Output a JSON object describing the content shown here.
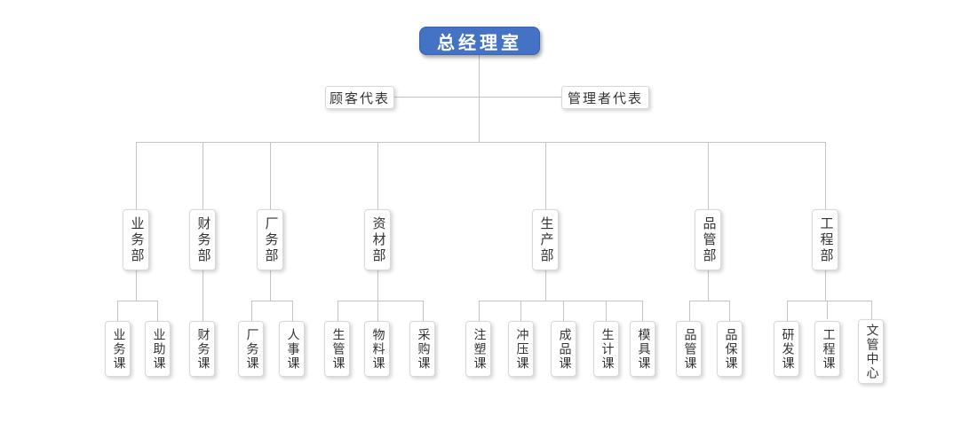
{
  "org": {
    "root": {
      "label": "总经理室"
    },
    "staff": [
      {
        "label": "顾客代表"
      },
      {
        "label": "管理者代表"
      }
    ],
    "departments": [
      {
        "label": "业务部",
        "children": [
          {
            "label": "业务课"
          },
          {
            "label": "业助课"
          }
        ]
      },
      {
        "label": "财务部",
        "children": [
          {
            "label": "财务课"
          }
        ]
      },
      {
        "label": "厂务部",
        "children": [
          {
            "label": "厂务课"
          },
          {
            "label": "人事课"
          }
        ]
      },
      {
        "label": "资材部",
        "children": [
          {
            "label": "生管课"
          },
          {
            "label": "物料课"
          },
          {
            "label": "采购课"
          }
        ]
      },
      {
        "label": "生产部",
        "children": [
          {
            "label": "注塑课"
          },
          {
            "label": "冲压课"
          },
          {
            "label": "成品课"
          },
          {
            "label": "生计课"
          },
          {
            "label": "模具课"
          }
        ]
      },
      {
        "label": "品管部",
        "children": [
          {
            "label": "品管课"
          },
          {
            "label": "品保课"
          }
        ]
      },
      {
        "label": "工程部",
        "children": [
          {
            "label": "研发课"
          },
          {
            "label": "工程课"
          },
          {
            "label": "文管中心"
          }
        ]
      }
    ]
  },
  "colors": {
    "accent": "#4472c4",
    "root-text": "#ffffff",
    "node-border": "#d8d8d8",
    "node-text": "#333333",
    "line": "#c3c3c3",
    "background": "#ffffff"
  }
}
